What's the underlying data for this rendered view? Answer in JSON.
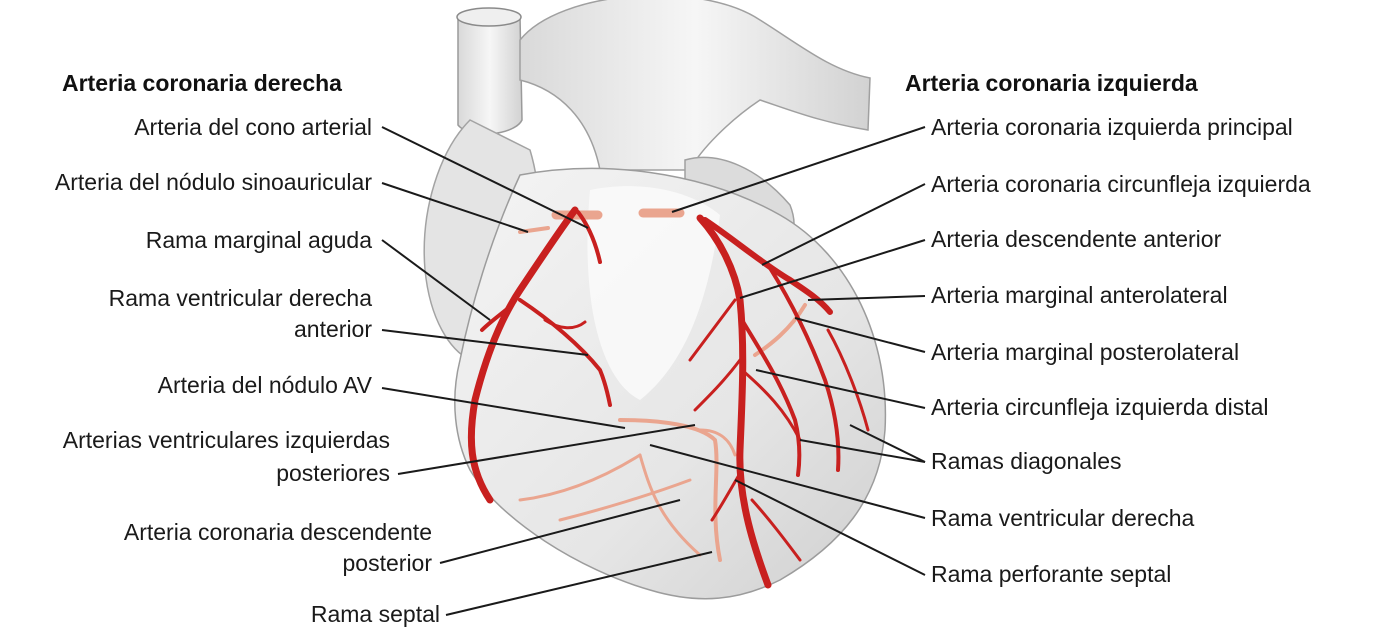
{
  "colors": {
    "heart_fill": "#ececec",
    "heart_shade": "#d6d6d6",
    "artery_anterior": "#c8201f",
    "artery_posterior": "#eaa58f",
    "text": "#1a1a1a"
  },
  "headings": {
    "right": "Arteria coronaria derecha",
    "left": "Arteria coronaria izquierda"
  },
  "right_labels": [
    {
      "id": "cono",
      "lines": [
        "Arteria del cono arterial"
      ]
    },
    {
      "id": "sinoauricular",
      "lines": [
        "Arteria del nódulo sinoauricular"
      ]
    },
    {
      "id": "marginal-aguda",
      "lines": [
        "Rama marginal aguda"
      ]
    },
    {
      "id": "ventricular-derecha-anterior",
      "lines": [
        "Rama ventricular derecha",
        "anterior"
      ]
    },
    {
      "id": "nodulo-av",
      "lines": [
        "Arteria del nódulo AV"
      ]
    },
    {
      "id": "ventriculares-izq-posteriores",
      "lines": [
        "Arterias ventriculares izquierdas",
        "posteriores"
      ]
    },
    {
      "id": "descendente-posterior",
      "lines": [
        "Arteria coronaria descendente",
        "posterior"
      ]
    },
    {
      "id": "rama-septal",
      "lines": [
        "Rama septal"
      ]
    }
  ],
  "left_labels": [
    {
      "id": "izq-principal",
      "lines": [
        "Arteria coronaria izquierda principal"
      ]
    },
    {
      "id": "circunfleja",
      "lines": [
        "Arteria coronaria circunfleja izquierda"
      ]
    },
    {
      "id": "descendente-anterior",
      "lines": [
        "Arteria descendente anterior"
      ]
    },
    {
      "id": "marginal-anterolateral",
      "lines": [
        "Arteria marginal anterolateral"
      ]
    },
    {
      "id": "marginal-posterolateral",
      "lines": [
        "Arteria marginal posterolateral"
      ]
    },
    {
      "id": "circunfleja-distal",
      "lines": [
        "Arteria circunfleja izquierda distal"
      ]
    },
    {
      "id": "ramas-diagonales",
      "lines": [
        "Ramas diagonales"
      ]
    },
    {
      "id": "ventricular-derecha",
      "lines": [
        "Rama ventricular derecha"
      ]
    },
    {
      "id": "perforante-septal",
      "lines": [
        "Rama perforante septal"
      ]
    }
  ]
}
